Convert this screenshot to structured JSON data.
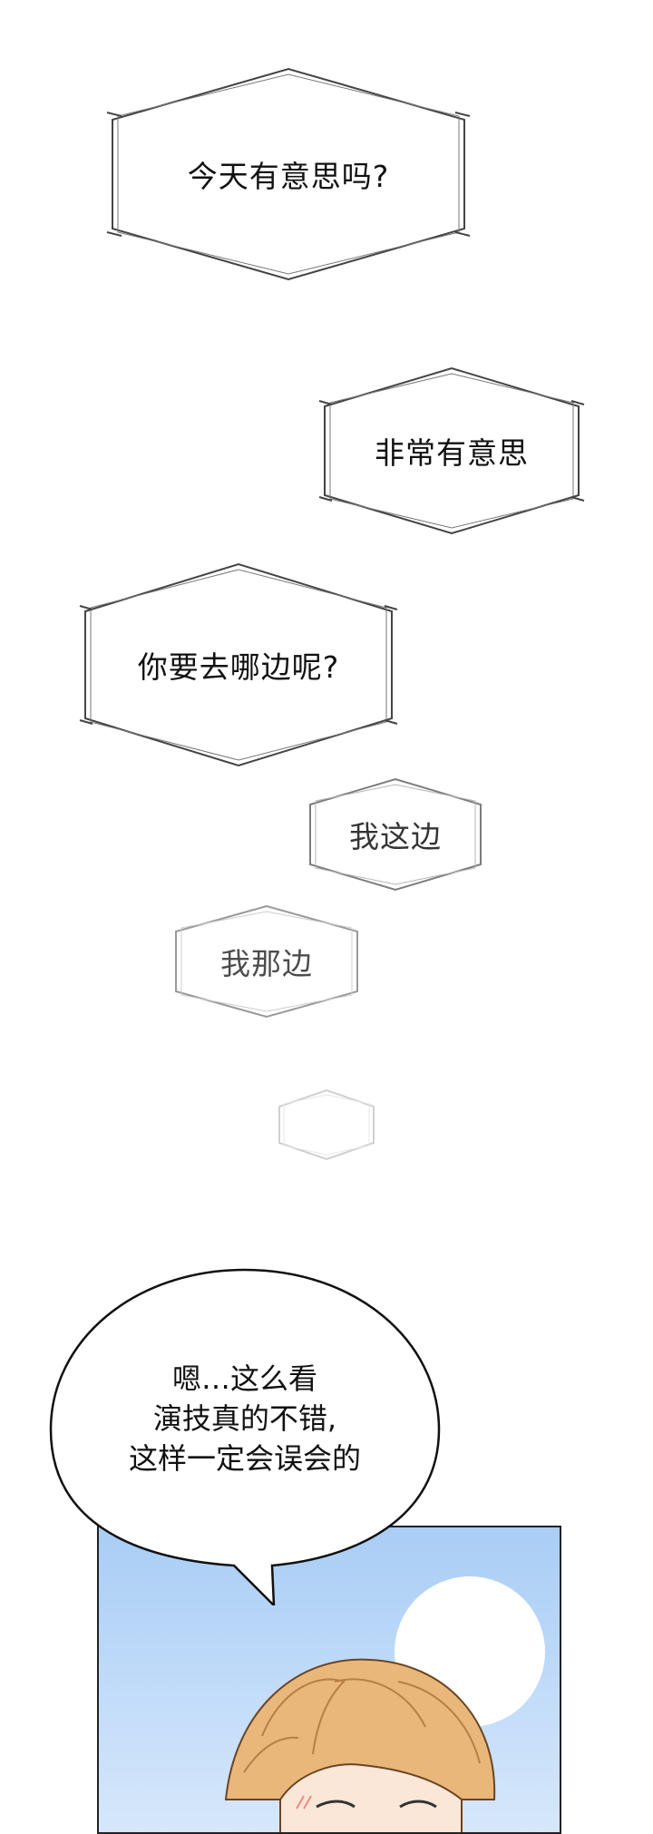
{
  "thought_bubbles": [
    {
      "text": "今天有意思吗?"
    },
    {
      "text": "非常有意思"
    },
    {
      "text": "你要去哪边呢?"
    },
    {
      "text": "我这边"
    },
    {
      "text": "我那边"
    },
    {
      "text": ""
    }
  ],
  "speech_bubble": {
    "lines": [
      "嗯…这么看",
      "演技真的不错,",
      "这样一定会误会的"
    ]
  },
  "panel": {
    "sky_color": "#b3d4f7",
    "hair_color": "#e9b77a"
  }
}
